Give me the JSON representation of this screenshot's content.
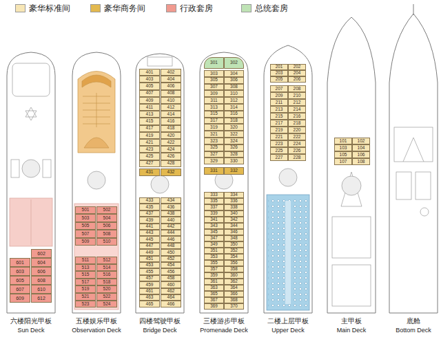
{
  "diagram": {
    "nodes": [
      {
        "text": [
          "602"
        ]
      },
      {
        "text": [
          "601"
        ]
      },
      {
        "text": [
          "604"
        ]
      },
      {
        "text": [
          "603"
        ]
      },
      {
        "text": [
          "606"
        ]
      },
      {
        "text": [
          "605"
        ]
      },
      {
        "text": [
          "608"
        ]
      },
      {
        "text": [
          "607"
        ]
      },
      {
        "text": [
          "610"
        ]
      },
      {
        "text": [
          "609"
        ]
      },
      {
        "text": [
          "612"
        ]
      },
      {
        "text": [
          "501"
        ]
      },
      {
        "text": [
          "502"
        ]
      },
      {
        "text": [
          "503"
        ]
      },
      {
        "text": [
          "504"
        ]
      },
      {
        "text": [
          "505"
        ]
      },
      {
        "text": [
          "506"
        ]
      },
      {
        "text": [
          "507"
        ]
      },
      {
        "text": [
          "508"
        ]
      },
      {
        "text": [
          "509"
        ]
      },
      {
        "text": [
          "510"
        ]
      },
      {
        "text": [
          "511"
        ]
      },
      {
        "text": [
          "512"
        ]
      },
      {
        "text": [
          "513"
        ]
      },
      {
        "text": [
          "514"
        ]
      },
      {
        "text": [
          "515"
        ]
      },
      {
        "text": [
          "516"
        ]
      },
      {
        "text": [
          "517"
        ]
      },
      {
        "text": [
          "518"
        ]
      },
      {
        "text": [
          "519"
        ]
      },
      {
        "text": [
          "520"
        ]
      },
      {
        "text": [
          "521"
        ]
      },
      {
        "text": [
          "522"
        ]
      },
      {
        "text": [
          "523"
        ]
      },
      {
        "text": [
          "524"
        ]
      },
      {
        "text": [
          "401"
        ]
      },
      {
        "text": [
          "402"
        ]
      },
      {
        "text": [
          "403"
        ]
      },
      {
        "text": [
          "404"
        ]
      },
      {
        "text": [
          "405"
        ]
      },
      {
        "text": [
          "406"
        ]
      },
      {
        "text": [
          "407"
        ]
      },
      {
        "text": [
          "408"
        ]
      },
      {
        "text": [
          "409"
        ]
      },
      {
        "text": [
          "410"
        ]
      },
      {
        "text": [
          "411"
        ]
      },
      {
        "text": [
          "412"
        ]
      },
      {
        "text": [
          "413"
        ]
      },
      {
        "text": [
          "414"
        ]
      },
      {
        "text": [
          "415"
        ]
      },
      {
        "text": [
          "416"
        ]
      },
      {
        "text": [
          "417"
        ]
      },
      {
        "text": [
          "418"
        ]
      },
      {
        "text": [
          "419"
        ]
      },
      {
        "text": [
          "420"
        ]
      },
      {
        "text": [
          "421"
        ]
      },
      {
        "text": [
          "422"
        ]
      },
      {
        "text": [
          "423"
        ]
      },
      {
        "text": [
          "424"
        ]
      },
      {
        "text": [
          "425"
        ]
      },
      {
        "text": [
          "426"
        ]
      },
      {
        "text": [
          "427"
        ]
      },
      {
        "text": [
          "428"
        ]
      },
      {
        "text": [
          "431"
        ]
      },
      {
        "text": [
          "432"
        ]
      },
      {
        "text": [
          "433"
        ]
      },
      {
        "text": [
          "434"
        ]
      },
      {
        "text": [
          "435"
        ]
      },
      {
        "text": [
          "436"
        ]
      },
      {
        "text": [
          "437"
        ]
      },
      {
        "text": [
          "438"
        ]
      },
      {
        "text": [
          "439"
        ]
      },
      {
        "text": [
          "440"
        ]
      },
      {
        "text": [
          "441"
        ]
      },
      {
        "text": [
          "442"
        ]
      },
      {
        "text": [
          "443"
        ]
      },
      {
        "text": [
          "444"
        ]
      },
      {
        "text": [
          "445"
        ]
      },
      {
        "text": [
          "446"
        ]
      },
      {
        "text": [
          "447"
        ]
      },
      {
        "text": [
          "448"
        ]
      },
      {
        "text": [
          "449"
        ]
      },
      {
        "text": [
          "450"
        ]
      },
      {
        "text": [
          "451"
        ]
      },
      {
        "text": [
          "452"
        ]
      },
      {
        "text": [
          "453"
        ]
      },
      {
        "text": [
          "454"
        ]
      },
      {
        "text": [
          "455"
        ]
      },
      {
        "text": [
          "456"
        ]
      },
      {
        "text": [
          "457"
        ]
      },
      {
        "text": [
          "458"
        ]
      },
      {
        "text": [
          "459"
        ]
      },
      {
        "text": [
          "460"
        ]
      },
      {
        "text": [
          "461"
        ]
      },
      {
        "text": [
          "462"
        ]
      },
      {
        "text": [
          "463"
        ]
      },
      {
        "text": [
          "464"
        ]
      },
      {
        "text": [
          "465"
        ]
      },
      {
        "text": [
          "466"
        ]
      },
      {
        "text": [
          "301"
        ]
      },
      {
        "text": [
          "302"
        ]
      },
      {
        "text": [
          "303"
        ]
      },
      {
        "text": [
          "304"
        ]
      },
      {
        "text": [
          "305"
        ]
      },
      {
        "text": [
          "306"
        ]
      },
      {
        "text": [
          "307"
        ]
      },
      {
        "text": [
          "308"
        ]
      },
      {
        "text": [
          "309"
        ]
      },
      {
        "text": [
          "310"
        ]
      },
      {
        "text": [
          "311"
        ]
      },
      {
        "text": [
          "312"
        ]
      },
      {
        "text": [
          "313"
        ]
      },
      {
        "text": [
          "314"
        ]
      },
      {
        "text": [
          "315"
        ]
      },
      {
        "text": [
          "316"
        ]
      },
      {
        "text": [
          "317"
        ]
      },
      {
        "text": [
          "318"
        ]
      },
      {
        "text": [
          "319"
        ]
      },
      {
        "text": [
          "320"
        ]
      },
      {
        "text": [
          "321"
        ]
      },
      {
        "text": [
          "322"
        ]
      },
      {
        "text": [
          "323"
        ]
      },
      {
        "text": [
          "324"
        ]
      },
      {
        "text": [
          "325"
        ]
      },
      {
        "text": [
          "326"
        ]
      },
      {
        "text": [
          "327"
        ]
      },
      {
        "text": [
          "328"
        ]
      },
      {
        "text": [
          "329"
        ]
      },
      {
        "text": [
          "330"
        ]
      },
      {
        "text": [
          "331"
        ]
      },
      {
        "text": [
          "332"
        ]
      },
      {
        "text": [
          "333"
        ]
      },
      {
        "text": [
          "334"
        ]
      },
      {
        "text": [
          "335"
        ]
      },
      {
        "text": [
          "336"
        ]
      },
      {
        "text": [
          "337"
        ]
      },
      {
        "text": [
          "338"
        ]
      },
      {
        "text": [
          "339"
        ]
      },
      {
        "text": [
          "340"
        ]
      },
      {
        "text": [
          "341"
        ]
      },
      {
        "text": [
          "342"
        ]
      },
      {
        "text": [
          "343"
        ]
      },
      {
        "text": [
          "344"
        ]
      },
      {
        "text": [
          "345"
        ]
      },
      {
        "text": [
          "346"
        ]
      },
      {
        "text": [
          "347"
        ]
      },
      {
        "text": [
          "348"
        ]
      },
      {
        "text": [
          "349"
        ]
      },
      {
        "text": [
          "350"
        ]
      },
      {
        "text": [
          "351"
        ]
      },
      {
        "text": [
          "352"
        ]
      },
      {
        "text": [
          "353"
        ]
      },
      {
        "text": [
          "354"
        ]
      },
      {
        "text": [
          "355"
        ]
      },
      {
        "text": [
          "356"
        ]
      },
      {
        "text": [
          "357"
        ]
      },
      {
        "text": [
          "358"
        ]
      },
      {
        "text": [
          "359"
        ]
      },
      {
        "text": [
          "360"
        ]
      },
      {
        "text": [
          "361"
        ]
      },
      {
        "text": [
          "362"
        ]
      },
      {
        "text": [
          "363"
        ]
      },
      {
        "text": [
          "364"
        ]
      },
      {
        "text": [
          "365"
        ]
      },
      {
        "text": [
          "366"
        ]
      },
      {
        "text": [
          "367"
        ]
      },
      {
        "text": [
          "368"
        ]
      },
      {
        "text": [
          "369"
        ]
      },
      {
        "text": [
          "370"
        ]
      },
      {
        "text": [
          "201"
        ]
      },
      {
        "text": [
          "202"
        ]
      },
      {
        "text": [
          "203"
        ]
      },
      {
        "text": [
          "204"
        ]
      },
      {
        "text": [
          "205"
        ]
      },
      {
        "text": [
          "206"
        ]
      },
      {
        "text": [
          "207"
        ]
      },
      {
        "text": [
          "208"
        ]
      },
      {
        "text": [
          "209"
        ]
      },
      {
        "text": [
          "210"
        ]
      },
      {
        "text": [
          "211"
        ]
      },
      {
        "text": [
          "212"
        ]
      },
      {
        "text": [
          "213"
        ]
      },
      {
        "text": [
          "214"
        ]
      },
      {
        "text": [
          "215"
        ]
      },
      {
        "text": [
          "216"
        ]
      },
      {
        "text": [
          "217"
        ]
      },
      {
        "text": [
          "218"
        ]
      },
      {
        "text": [
          "219"
        ]
      },
      {
        "text": [
          "220"
        ]
      },
      {
        "text": [
          "221"
        ]
      },
      {
        "text": [
          "222"
        ]
      },
      {
        "text": [
          "223"
        ]
      },
      {
        "text": [
          "224"
        ]
      },
      {
        "text": [
          "225"
        ]
      },
      {
        "text": [
          "226"
        ]
      },
      {
        "text": [
          "227"
        ]
      },
      {
        "text": [
          "228"
        ]
      },
      {
        "text": [
          "101"
        ]
      },
      {
        "text": [
          "102"
        ]
      },
      {
        "text": [
          "103"
        ]
      },
      {
        "text": [
          "104"
        ]
      },
      {
        "text": [
          "105"
        ]
      },
      {
        "text": [
          "106"
        ]
      },
      {
        "text": [
          "107"
        ]
      },
      {
        "text": [
          "108"
        ]
      }
    ],
    "labels": [
      "六楼阳光甲板",
      "Sun Deck",
      "五楼娱乐甲板",
      "Observation Deck",
      "四楼驾驶甲板",
      "Bridge Deck",
      "三楼游步甲板",
      "Promenade Deck",
      "二楼上层甲板",
      "Upper Deck",
      "主甲板",
      "Main Deck",
      "底舱",
      "Bottom Deck"
    ],
    "legend": [
      {
        "text": "豪华标准间",
        "color": "#f7e6b5"
      },
      {
        "text": "豪华商务间",
        "color": "#e3b94f"
      },
      {
        "text": "行政套房",
        "color": "#f19a8f"
      },
      {
        "text": "总统套房",
        "color": "#bfe3b5"
      }
    ]
  }
}
